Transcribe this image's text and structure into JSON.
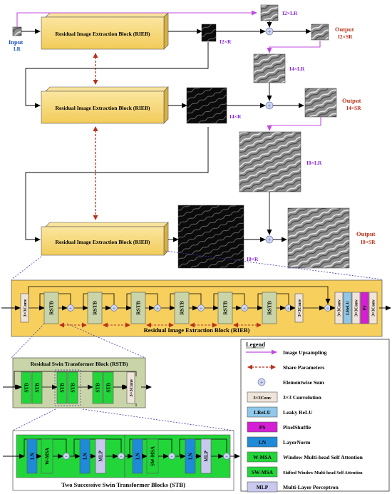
{
  "diagram": {
    "rieb_label": "Residual Image Extraction Block (RIEB)",
    "input_label": "Input",
    "input_sub": "LR",
    "output_label": "Output",
    "i2_lr": "I2×LR",
    "i2_r": "I2×R",
    "i2_sr": "I2×SR",
    "i4_lr": "I4×LR",
    "i4_r": "I4×R",
    "i4_sr": "I4×SR",
    "i8_lr": "I8×LR",
    "i8_r": "I8×R",
    "i8_sr": "I8×SR",
    "conv": "3×3Conv",
    "rstb": "RSTB",
    "lrelu": "LReLU",
    "ps": "PS",
    "rieb_caption": "Residual Image Extraction Block (RIEB)",
    "rstb_title": "Residual Swin Transformer Block (RSTB)",
    "stb": "STB",
    "stb_caption": "Two Successive Swin Transformer Blocks (STB)",
    "ln": "LN",
    "wmsa": "W-MSA",
    "swmsa": "SW-MSA",
    "mlp": "MLP"
  },
  "legend": {
    "title": "Legend",
    "items": [
      {
        "key": "",
        "text": "Image Upsampling"
      },
      {
        "key": "",
        "text": "Share Parameters"
      },
      {
        "key": "",
        "text": "Elementwise Sum"
      },
      {
        "key": "3×3Conv",
        "text": "3×3 Convolution"
      },
      {
        "key": "LReLU",
        "text": "Leaky ReLU"
      },
      {
        "key": "PS",
        "text": "PixelShuffle"
      },
      {
        "key": "LN",
        "text": "LayerNorm"
      },
      {
        "key": "W-MSA",
        "text": "Window Multi-head Self Attention"
      },
      {
        "key": "SW-MSA",
        "text": "Shifted Window Multi-head Self Attention"
      },
      {
        "key": "MLP",
        "text": "Multi-Layer Perceptron"
      }
    ]
  },
  "colors": {
    "rieb_fill": "#f7d878",
    "rieb_panel": "#f7cf5d",
    "rstb_fill": "#c9d5a8",
    "stb_fill": "#22d63a",
    "ln_fill": "#1f8ad8",
    "lrelu_fill": "#8fc8ea",
    "ps_fill": "#d41fd4",
    "mlp_fill": "#c9c9ef",
    "conv_fill": "#efe4da",
    "upsample": "#c04ce0",
    "share": "#b8321d",
    "label_red": "#b8321d",
    "label_purple": "#8a2be2"
  }
}
